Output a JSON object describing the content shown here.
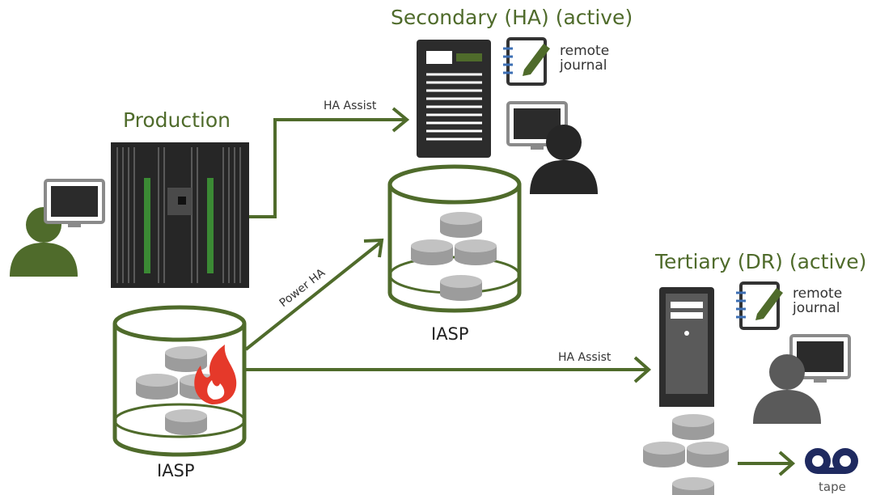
{
  "colors": {
    "brand_green": "#4f6b2b",
    "server_dark": "#2c2c2c",
    "disk_gray": "#a8a8a8",
    "flame_red": "#e5392a",
    "tape_navy": "#1f2a60"
  },
  "titles": {
    "production": "Production",
    "secondary": "Secondary (HA) (active)",
    "tertiary": "Tertiary (DR) (active)"
  },
  "arrows": {
    "ha_assist_top": "HA Assist",
    "power_ha": "Power HA",
    "ha_assist_bottom": "HA Assist"
  },
  "storage": {
    "iasp_production": "IASP",
    "iasp_secondary": "IASP"
  },
  "journals": {
    "secondary_line1": "remote",
    "secondary_line2": "journal",
    "tertiary_line1": "remote",
    "tertiary_line2": "journal"
  },
  "tape": {
    "label": "tape"
  },
  "icons": [
    "production-server-icon",
    "secondary-server-icon",
    "tertiary-tower-server-icon",
    "monitor-icon",
    "user-icon",
    "journal-notebook-icon",
    "disk-stack-icon",
    "flame-icon",
    "tape-reel-icon"
  ]
}
